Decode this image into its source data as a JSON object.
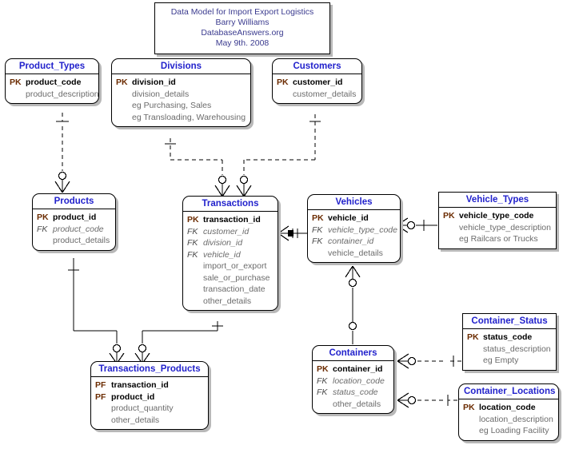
{
  "diagram": {
    "type": "entity-relationship-diagram",
    "notation": "crows-foot",
    "colors": {
      "entity_title": "#2222cc",
      "key_marker": "#6b2b00",
      "attribute": "#6b6b6b",
      "primary_attribute": "#000000",
      "title_text": "#3b3b8f",
      "line": "#000000",
      "shadow": "#b8b8b8",
      "background": "#ffffff"
    }
  },
  "title_block": {
    "lines": [
      "Data Model for Import Export Logistics",
      "Barry Williams",
      "DatabaseAnswers.org",
      "May 9th. 2008"
    ]
  },
  "entities": [
    {
      "id": "product_types",
      "name": "Product_Types",
      "attributes": [
        {
          "key": "PK",
          "name": "product_code"
        },
        {
          "key": "",
          "name": "product_description"
        }
      ]
    },
    {
      "id": "divisions",
      "name": "Divisions",
      "attributes": [
        {
          "key": "PK",
          "name": "division_id"
        },
        {
          "key": "",
          "name": "division_details"
        },
        {
          "key": "",
          "name": "eg Purchasing, Sales"
        },
        {
          "key": "",
          "name": "eg Transloading, Warehousing"
        }
      ]
    },
    {
      "id": "customers",
      "name": "Customers",
      "attributes": [
        {
          "key": "PK",
          "name": "customer_id"
        },
        {
          "key": "",
          "name": "customer_details"
        }
      ]
    },
    {
      "id": "products",
      "name": "Products",
      "attributes": [
        {
          "key": "PK",
          "name": "product_id"
        },
        {
          "key": "FK",
          "name": "product_code"
        },
        {
          "key": "",
          "name": "product_details"
        }
      ]
    },
    {
      "id": "transactions",
      "name": "Transactions",
      "attributes": [
        {
          "key": "PK",
          "name": "transaction_id"
        },
        {
          "key": "FK",
          "name": "customer_id"
        },
        {
          "key": "FK",
          "name": "division_id"
        },
        {
          "key": "FK",
          "name": "vehicle_id"
        },
        {
          "key": "",
          "name": "import_or_export"
        },
        {
          "key": "",
          "name": "sale_or_purchase"
        },
        {
          "key": "",
          "name": "transaction_date"
        },
        {
          "key": "",
          "name": "other_details"
        }
      ]
    },
    {
      "id": "vehicles",
      "name": "Vehicles",
      "attributes": [
        {
          "key": "PK",
          "name": "vehicle_id"
        },
        {
          "key": "FK",
          "name": "vehicle_type_code"
        },
        {
          "key": "FK",
          "name": "container_id"
        },
        {
          "key": "",
          "name": "vehicle_details"
        }
      ]
    },
    {
      "id": "vehicle_types",
      "name": "Vehicle_Types",
      "attributes": [
        {
          "key": "PK",
          "name": "vehicle_type_code"
        },
        {
          "key": "",
          "name": "vehicle_type_description"
        },
        {
          "key": "",
          "name": "eg Railcars or Trucks"
        }
      ]
    },
    {
      "id": "transactions_products",
      "name": "Transactions_Products",
      "attributes": [
        {
          "key": "PF",
          "name": "transaction_id"
        },
        {
          "key": "PF",
          "name": "product_id"
        },
        {
          "key": "",
          "name": "product_quantity"
        },
        {
          "key": "",
          "name": "other_details"
        }
      ]
    },
    {
      "id": "containers",
      "name": "Containers",
      "attributes": [
        {
          "key": "PK",
          "name": "container_id"
        },
        {
          "key": "FK",
          "name": "location_code"
        },
        {
          "key": "FK",
          "name": "status_code"
        },
        {
          "key": "",
          "name": "other_details"
        }
      ]
    },
    {
      "id": "container_status",
      "name": "Container_Status",
      "attributes": [
        {
          "key": "PK",
          "name": "status_code"
        },
        {
          "key": "",
          "name": "status_description"
        },
        {
          "key": "",
          "name": "eg Empty"
        }
      ]
    },
    {
      "id": "container_locations",
      "name": "Container_Locations",
      "attributes": [
        {
          "key": "PK",
          "name": "location_code"
        },
        {
          "key": "",
          "name": "location_description"
        },
        {
          "key": "",
          "name": "eg Loading Facility"
        }
      ]
    }
  ],
  "relationships": [
    {
      "from": "product_types",
      "to": "products",
      "style": "dashed",
      "from_card": "one",
      "to_card": "zero-or-many"
    },
    {
      "from": "divisions",
      "to": "transactions",
      "style": "dashed",
      "from_card": "one",
      "to_card": "zero-or-many"
    },
    {
      "from": "customers",
      "to": "transactions",
      "style": "dashed",
      "from_card": "one",
      "to_card": "zero-or-many"
    },
    {
      "from": "products",
      "to": "transactions_products",
      "style": "solid",
      "from_card": "one",
      "to_card": "zero-or-many"
    },
    {
      "from": "transactions",
      "to": "transactions_products",
      "style": "solid",
      "from_card": "one",
      "to_card": "zero-or-many"
    },
    {
      "from": "vehicles",
      "to": "transactions",
      "style": "solid",
      "from_card": "one-and-only-one",
      "to_card": "many"
    },
    {
      "from": "vehicle_types",
      "to": "vehicles",
      "style": "solid",
      "from_card": "one",
      "to_card": "zero-or-many"
    },
    {
      "from": "containers",
      "to": "vehicles",
      "style": "solid",
      "from_card": "one",
      "to_card": "zero-or-many"
    },
    {
      "from": "container_status",
      "to": "containers",
      "style": "dashed",
      "from_card": "one",
      "to_card": "zero-or-many"
    },
    {
      "from": "container_locations",
      "to": "containers",
      "style": "dashed",
      "from_card": "one",
      "to_card": "zero-or-many"
    }
  ]
}
